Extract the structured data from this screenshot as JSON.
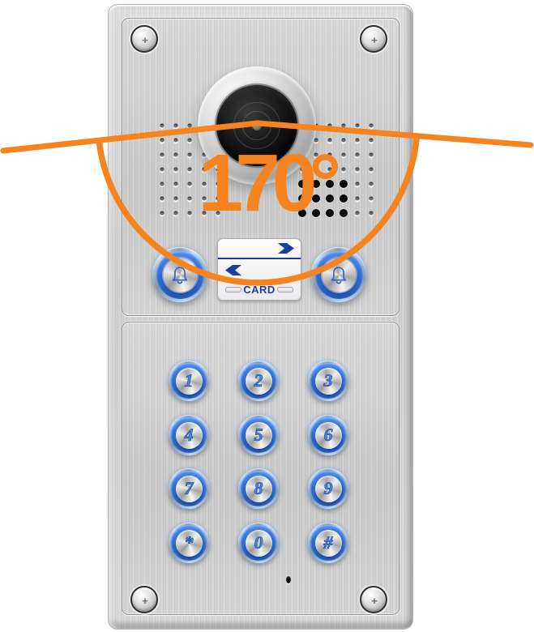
{
  "annotation": {
    "angle_label": "170°",
    "color": "#f5831f"
  },
  "camera": {
    "icon": "camera-lens-icon"
  },
  "card_reader": {
    "label": "CARD",
    "top_icon": "arrow-right-icon",
    "middle_icon": "arrow-left-icon",
    "accent_color": "#1c3f9e"
  },
  "bell_buttons": {
    "left_icon": "bell-icon",
    "right_icon": "bell-icon",
    "ring_color": "#2f6fd8"
  },
  "keypad": {
    "keys": [
      "1",
      "2",
      "3",
      "4",
      "5",
      "6",
      "7",
      "8",
      "9",
      "*",
      "0",
      "#"
    ],
    "key_color": "#2b6ad4"
  },
  "speaker_grids": {
    "left": {
      "cols": [
        200,
        217,
        234,
        252,
        269
      ],
      "rows": [
        155,
        173,
        191,
        209,
        227,
        245,
        263
      ],
      "black_cells": []
    },
    "right": {
      "cols": [
        373,
        390,
        407,
        424,
        441,
        458
      ],
      "rows": [
        155,
        173,
        191,
        209,
        227,
        245,
        263
      ],
      "black_cells": [
        "0,4",
        "1,4",
        "2,4",
        "3,4",
        "0,5",
        "1,5",
        "2,5",
        "3,5",
        "0,6",
        "1,6",
        "2,6",
        "3,6"
      ]
    }
  },
  "colors": {
    "panel_metal": "#d2d2d2",
    "annotation_orange": "#f5831f",
    "navy_blue": "#1c3f9e",
    "lens_black": "#0b0b0b"
  }
}
